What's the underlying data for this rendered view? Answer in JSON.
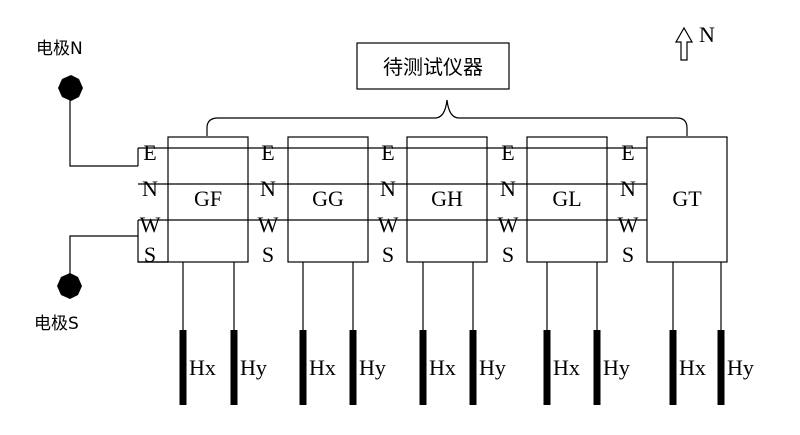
{
  "device": {
    "label": "待测试仪器"
  },
  "north_indicator": {
    "label": "N"
  },
  "electrodes": {
    "north_label": "电极N",
    "south_label": "电极S"
  },
  "channels": [
    "E",
    "N",
    "W",
    "S"
  ],
  "units": [
    {
      "name": "GF"
    },
    {
      "name": "GG"
    },
    {
      "name": "GH"
    },
    {
      "name": "GL"
    },
    {
      "name": "GT"
    }
  ],
  "sensor_labels": {
    "hx": "Hx",
    "hy": "Hy"
  }
}
